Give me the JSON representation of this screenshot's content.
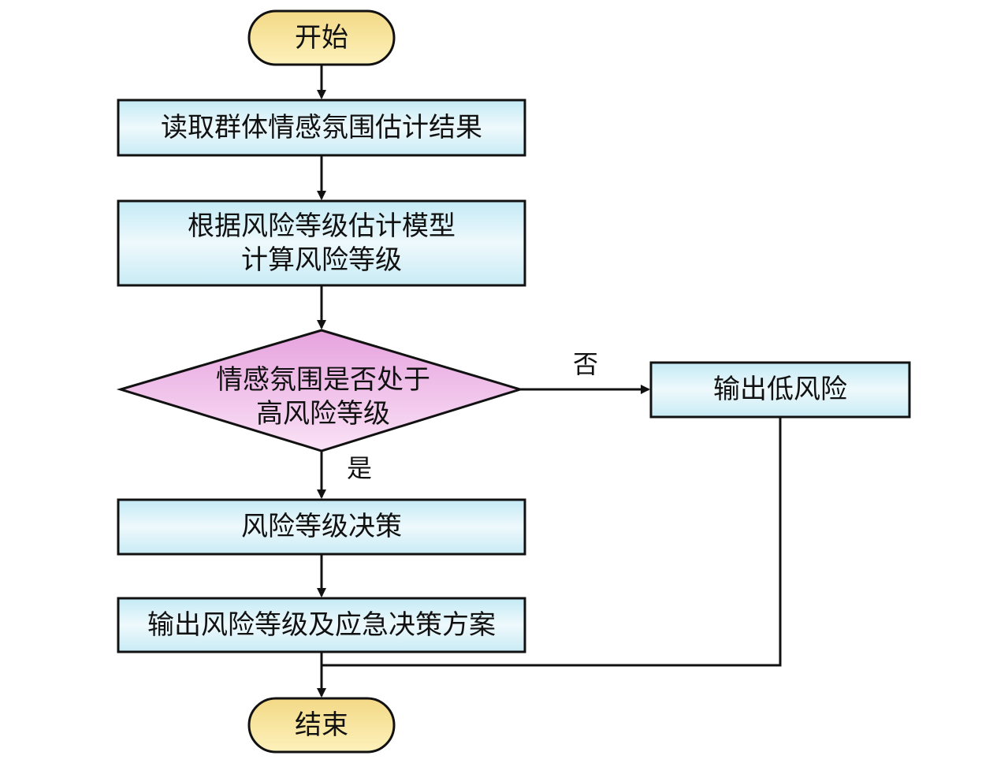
{
  "diagram": {
    "type": "flowchart",
    "nodes": {
      "start": {
        "shape": "terminator",
        "label": "开始"
      },
      "read": {
        "shape": "process",
        "label": "读取群体情感氛围估计结果"
      },
      "compute": {
        "shape": "process",
        "label_line1": "根据风险等级估计模型",
        "label_line2": "计算风险等级"
      },
      "decision": {
        "shape": "decision",
        "label_line1": "情感氛围是否处于",
        "label_line2": "高风险等级"
      },
      "low_risk": {
        "shape": "process",
        "label": "输出低风险"
      },
      "decide": {
        "shape": "process",
        "label": "风险等级决策"
      },
      "output": {
        "shape": "process",
        "label": "输出风险等级及应急决策方案"
      },
      "end": {
        "shape": "terminator",
        "label": "结束"
      }
    },
    "edges": [
      {
        "from": "start",
        "to": "read",
        "label": ""
      },
      {
        "from": "read",
        "to": "compute",
        "label": ""
      },
      {
        "from": "compute",
        "to": "decision",
        "label": ""
      },
      {
        "from": "decision",
        "to": "low_risk",
        "label": "否"
      },
      {
        "from": "decision",
        "to": "decide",
        "label": "是"
      },
      {
        "from": "decide",
        "to": "output",
        "label": ""
      },
      {
        "from": "output",
        "to": "end",
        "label": ""
      },
      {
        "from": "low_risk",
        "to": "end",
        "label": ""
      }
    ],
    "colors": {
      "terminator_fill_top": "#f5dc8c",
      "terminator_fill_bottom": "#fdf0b8",
      "process_fill_top": "#c8ecf6",
      "process_fill_mid": "#eaf8fc",
      "decision_fill_top": "#e8a8e0",
      "decision_fill_bottom": "#f8dcf4",
      "stroke": "#111111"
    }
  }
}
